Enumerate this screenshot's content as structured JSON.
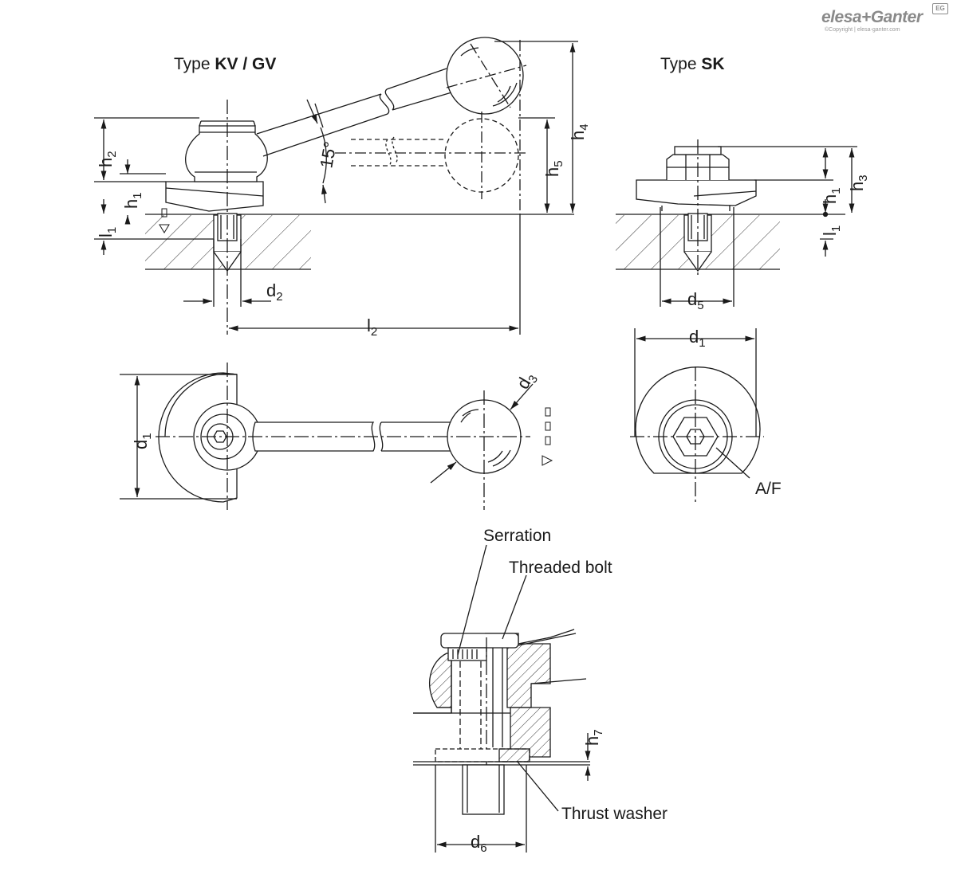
{
  "logo": {
    "brand": "elesa+Ganter",
    "mark": "EG",
    "copyright": "©Copyright | elesa-ganter.com"
  },
  "titles": {
    "kv_gv_prefix": "Type ",
    "kv_gv_bold": "KV / GV",
    "sk_prefix": "Type ",
    "sk_bold": "SK"
  },
  "dimensions": {
    "h2": {
      "base": "h",
      "sub": "2"
    },
    "h1": {
      "base": "h",
      "sub": "1"
    },
    "l1": {
      "base": "l",
      "sub": "1"
    },
    "d2": {
      "base": "d",
      "sub": "2"
    },
    "l2": {
      "base": "l",
      "sub": "2"
    },
    "h4": {
      "base": "h",
      "sub": "4"
    },
    "h5": {
      "base": "h",
      "sub": "5"
    },
    "angle": "15°",
    "sk_h1": {
      "base": "h",
      "sub": "1"
    },
    "sk_h3": {
      "base": "h",
      "sub": "3"
    },
    "sk_l1": {
      "base": "l",
      "sub": "1"
    },
    "d5": {
      "base": "d",
      "sub": "5"
    },
    "sk_d1": {
      "base": "d",
      "sub": "1"
    },
    "d1": {
      "base": "d",
      "sub": "1"
    },
    "d3": {
      "base": "d",
      "sub": "3"
    },
    "h7": {
      "base": "h",
      "sub": "7"
    },
    "d6": {
      "base": "d",
      "sub": "6"
    }
  },
  "callouts": {
    "af": "A/F",
    "serration": "Serration",
    "threaded_bolt": "Threaded bolt",
    "thrust_washer": "Thrust washer"
  },
  "colors": {
    "line": "#1a1a1a",
    "hatch": "#333333",
    "logo_gray": "#8a8a8a"
  }
}
